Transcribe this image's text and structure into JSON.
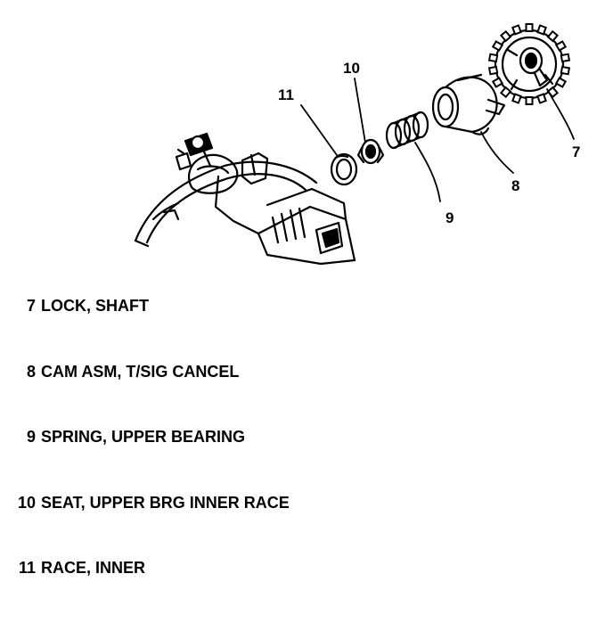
{
  "callouts": {
    "c7": "7",
    "c8": "8",
    "c9": "9",
    "c10": "10",
    "c11": "11"
  },
  "legend": [
    {
      "num": "7",
      "text": "LOCK, SHAFT"
    },
    {
      "num": "8",
      "text": "CAM ASM, T/SIG CANCEL"
    },
    {
      "num": "9",
      "text": "SPRING, UPPER BEARING"
    },
    {
      "num": "10",
      "text": "SEAT, UPPER BRG INNER RACE"
    },
    {
      "num": "11",
      "text": "RACE, INNER"
    }
  ],
  "colors": {
    "ink": "#000000",
    "paper": "#ffffff"
  }
}
